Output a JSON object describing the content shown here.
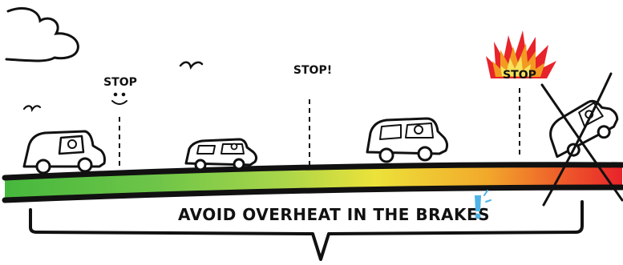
{
  "labels": {
    "stop1": "STOP",
    "stop2": "STOP!",
    "stop3": "STOP",
    "caption": "AVOID OVERHEAT IN THE BRAKES"
  },
  "colors": {
    "ink": "#111111",
    "road_gradient": [
      "#46b83d",
      "#8fcf4a",
      "#c8dc3c",
      "#ece23a",
      "#f2a92b",
      "#e8232a"
    ],
    "flame_outer": "#e8232a",
    "flame_mid": "#f39a21",
    "flame_inner": "#f6e25c",
    "exclamation": "#4fb3e8"
  },
  "icons": [
    "cloud-icon",
    "bird-icon",
    "smiley-icon",
    "car-icon",
    "flame-icon",
    "cross-out-icon",
    "exclamation-icon"
  ]
}
